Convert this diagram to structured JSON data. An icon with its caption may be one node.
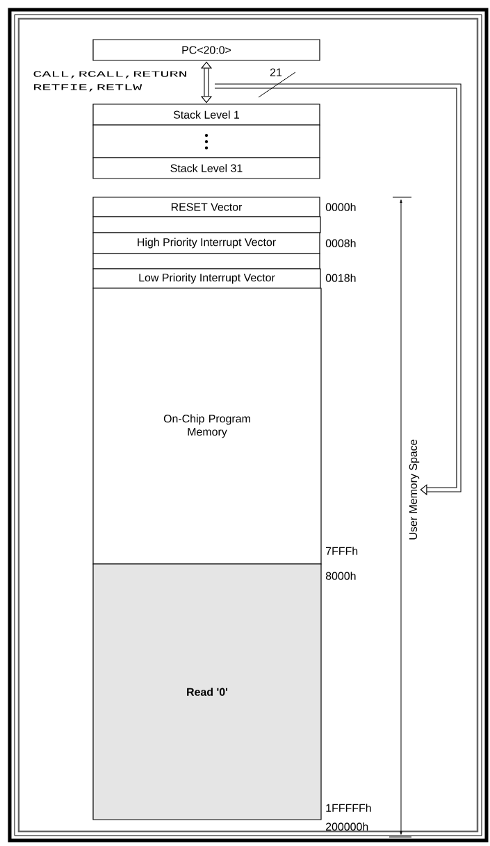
{
  "diagram": {
    "nodes": [
      {
        "text": [
          "PC<20:0>"
        ]
      },
      {
        "text": [
          "Stack Level 1"
        ]
      },
      {
        "text": [],
        "shape": "box"
      },
      {
        "text": [
          "Stack Level 31"
        ]
      },
      {
        "text": [
          "RESET Vector"
        ]
      },
      {
        "text": [],
        "shape": "box"
      },
      {
        "text": [
          "High Priority Interrupt Vector"
        ]
      },
      {
        "text": [],
        "shape": "box"
      },
      {
        "text": [
          "Low Priority Interrupt Vector"
        ]
      },
      {
        "text": [
          "On-Chip Program Memory"
        ]
      },
      {
        "text": [
          "Read '0'"
        ]
      },
      {
        "text": [
          "User Memory Space"
        ]
      }
    ],
    "edges": [
      {
        "from": 0,
        "to": 1,
        "arrow": "both",
        "label": "CALL,RCALL,RETURN RETFIE,RETLW"
      },
      {
        "from": null,
        "to": 11,
        "arrow": "to",
        "label": "21"
      }
    ],
    "labels": [
      "0000h",
      "0008h",
      "0018h",
      "7FFFh",
      "8000h",
      "1FFFFFh",
      "200000h"
    ]
  }
}
